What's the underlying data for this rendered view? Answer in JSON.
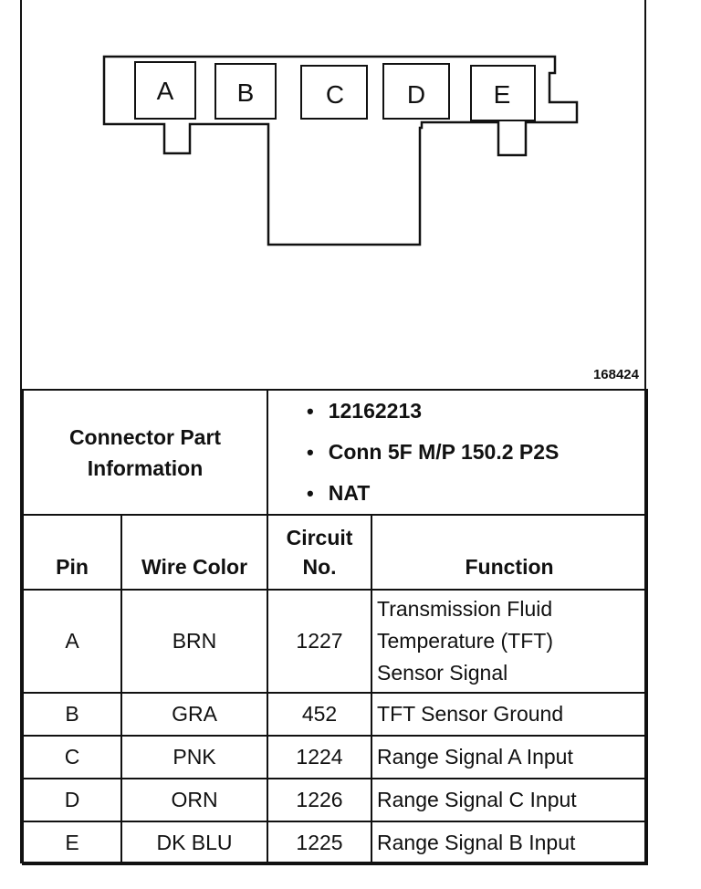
{
  "diagram": {
    "pins": [
      "A",
      "B",
      "C",
      "D",
      "E"
    ],
    "figure_id": "168424"
  },
  "connector_info": {
    "label_line1": "Connector Part",
    "label_line2": "Information",
    "items": [
      "12162213",
      "Conn 5F M/P 150.2 P2S",
      "NAT"
    ]
  },
  "table": {
    "headers": {
      "pin": "Pin",
      "wire_color": "Wire Color",
      "circuit_line1": "Circuit",
      "circuit_line2": "No.",
      "function": "Function"
    },
    "rows": [
      {
        "pin": "A",
        "wire_color": "BRN",
        "circuit": "1227",
        "function_lines": [
          "Transmission Fluid",
          "Temperature (TFT)",
          "Sensor Signal"
        ]
      },
      {
        "pin": "B",
        "wire_color": "GRA",
        "circuit": "452",
        "function_lines": [
          "TFT Sensor Ground"
        ]
      },
      {
        "pin": "C",
        "wire_color": "PNK",
        "circuit": "1224",
        "function_lines": [
          "Range Signal A Input"
        ]
      },
      {
        "pin": "D",
        "wire_color": "ORN",
        "circuit": "1226",
        "function_lines": [
          "Range Signal C Input"
        ]
      },
      {
        "pin": "E",
        "wire_color": "DK BLU",
        "circuit": "1225",
        "function_lines": [
          "Range Signal B Input"
        ]
      }
    ]
  }
}
